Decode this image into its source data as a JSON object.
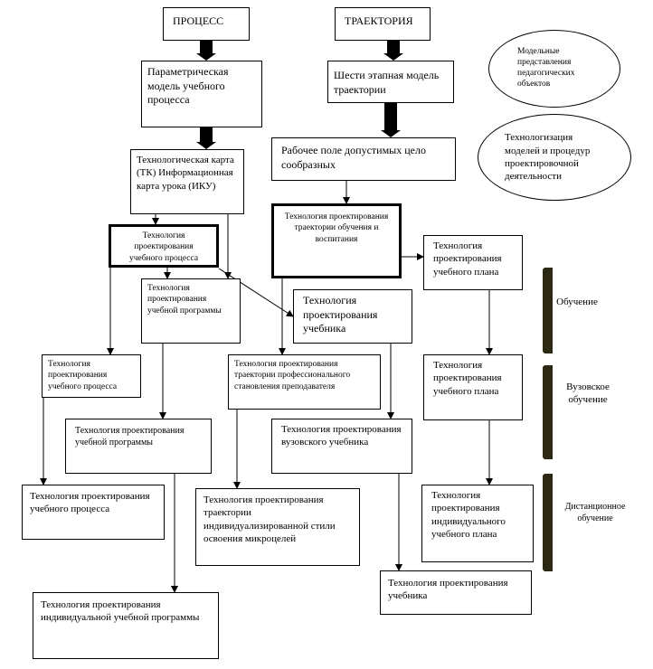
{
  "header": {
    "process": "ПРОЦЕСС",
    "trajectory": "ТРАЕКТОРИЯ"
  },
  "legend": {
    "model_representations": "Модельные представления педагогических объектов",
    "technologization": "Технологизация моделей и процедур проектировочной деятельности"
  },
  "nodes": {
    "parametric_model": "Параметрическая модель учебного процесса",
    "six_stage_model": "Шести этапная модель траектории",
    "tech_map": "Технологическая карта (ТК) Информационная карта урока (ИКУ)",
    "work_field": "Рабочее поле допустимых цело сообразных",
    "tech_process_design": "Технология проектирования учебного процесса",
    "tech_trajectory_design": "Технология проектирования траектории обучения и воспитания",
    "tech_program_1": "Технология проектирования учебной программы",
    "tech_textbook_1": "Технология проектирования учебника",
    "tech_plan_1": "Технология проектирования учебного плана",
    "tech_process_2": "Технология проектирования учебного процесса",
    "tech_teacher_traj": "Технология проектирования траектории профессионального становления  преподавателя",
    "tech_plan_2": "Технология проектирования учебного плана",
    "tech_program_2": "Технология проектирования учебной программы",
    "tech_univ_textbook": "Технология проектирования вузовского учебника",
    "tech_process_3": "Технология проектирования учебного процесса",
    "tech_indiv_traj": "Технология проектирования траектории индивидуализированной стили освоения микроцелей",
    "tech_indiv_plan": "Технология проектирования индивидуального учебного плана",
    "tech_indiv_program": "Технология проектирования индивидуальной учебной программы",
    "tech_textbook_2": "Технология проектирования учебника"
  },
  "side_labels": {
    "learning": "Обучение",
    "university_learning": "Вузовское обучение",
    "distance_learning": "Дистанционное обучение"
  },
  "colors": {
    "line": "#000000",
    "side_bar": "#2b2913"
  }
}
